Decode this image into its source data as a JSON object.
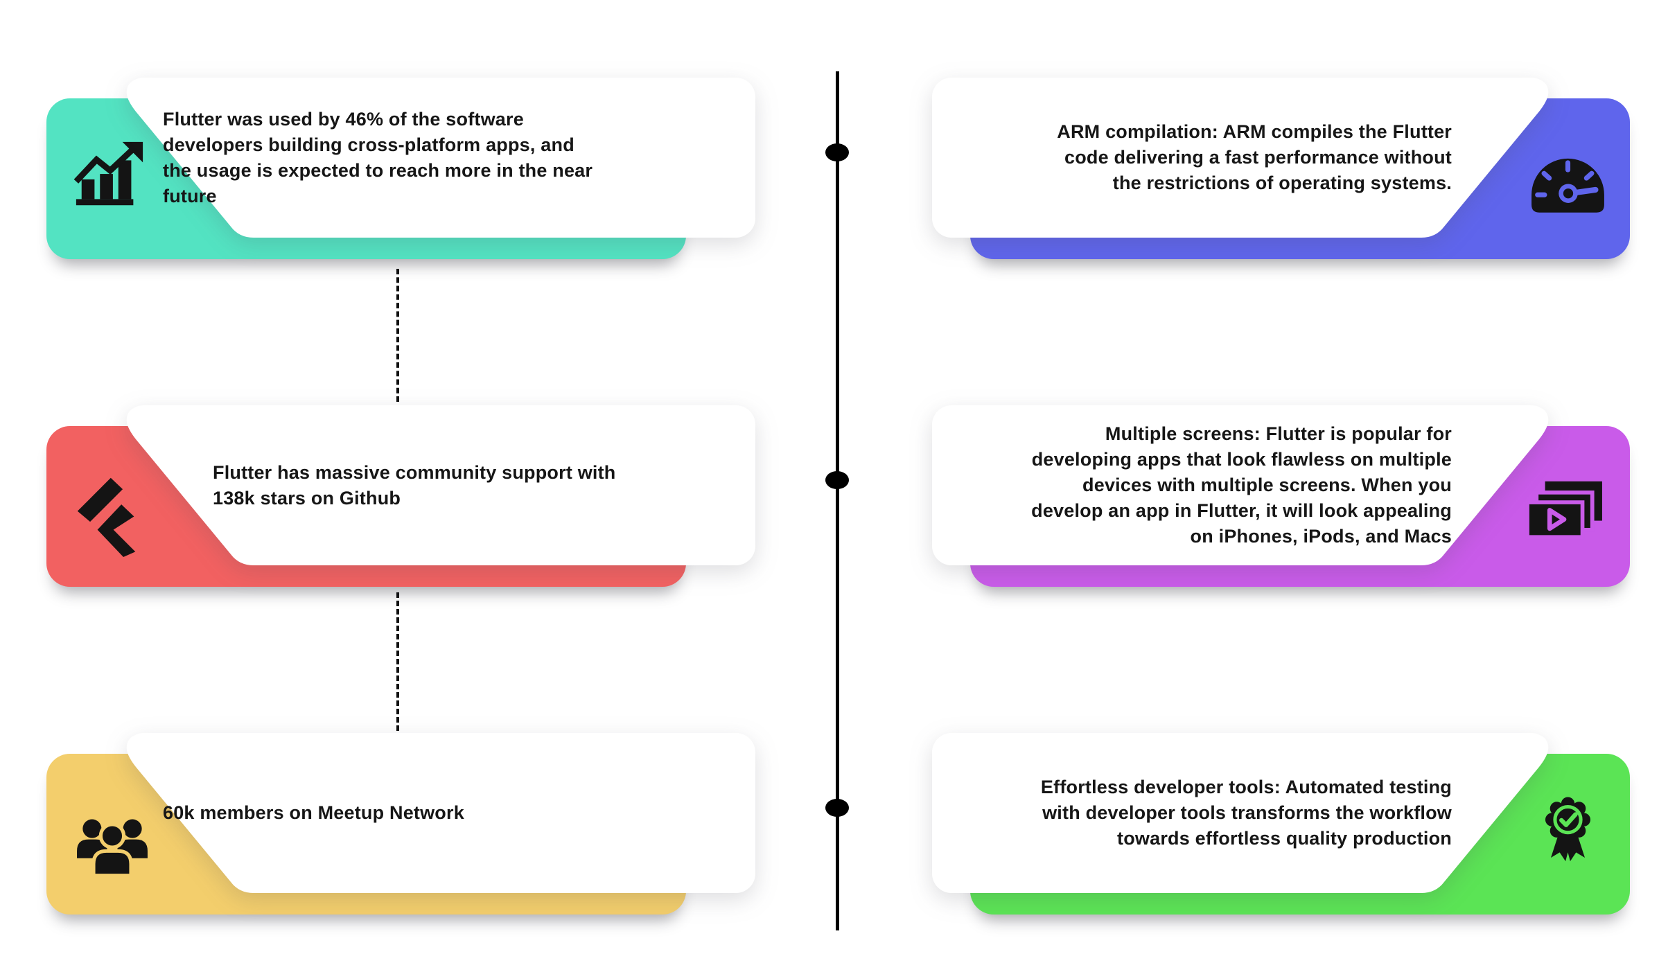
{
  "page": {
    "background": "#ffffff",
    "text_color": "#161616"
  },
  "timeline": {
    "line_color": "#000000",
    "dot_color": "#000000",
    "connector_color": "#111111"
  },
  "cards": {
    "left": [
      {
        "icon": "chart-growth-icon",
        "accent": "#53E3C2",
        "text": "Flutter was used by 46% of the software\ndevelopers building cross-platform apps, and\nthe usage is expected to reach more in the near\nfuture"
      },
      {
        "icon": "flutter-logo-icon",
        "accent": "#F26161",
        "text": "Flutter has massive community support with\n138k stars on Github"
      },
      {
        "icon": "users-group-icon",
        "accent": "#F3CE6C",
        "text": "60k members on Meetup Network"
      }
    ],
    "right": [
      {
        "icon": "speedometer-icon",
        "accent": "#5F65EC",
        "text": "ARM compilation: ARM compiles the Flutter\ncode delivering a fast performance without\nthe restrictions of operating systems."
      },
      {
        "icon": "screens-stack-icon",
        "accent": "#C95BE9",
        "text": "Multiple screens: Flutter is popular for\ndeveloping apps that look flawless on multiple\ndevices with multiple screens. When you\ndevelop an app in Flutter, it will look appealing\non iPhones, iPods, and Macs"
      },
      {
        "icon": "award-badge-icon",
        "accent": "#5BE455",
        "text": "Effortless developer tools: Automated testing\nwith developer tools transforms the workflow\ntowards effortless quality production"
      }
    ]
  }
}
